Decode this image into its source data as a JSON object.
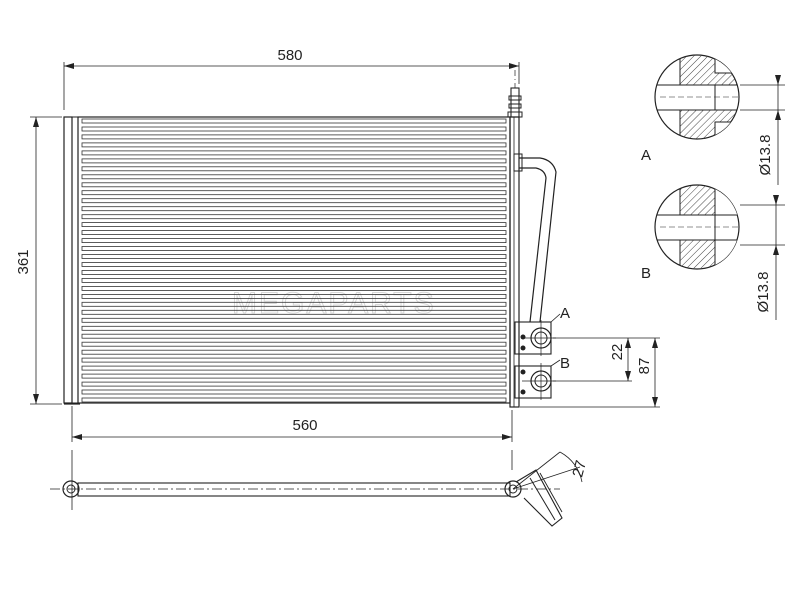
{
  "dimensions": {
    "overall_width": "580",
    "core_width": "560",
    "height": "361",
    "pipe_spacing": "22",
    "pipe_offset": "87",
    "angle": "27",
    "diameter_a": "Ø13.8",
    "diameter_b": "Ø13.8"
  },
  "labels": {
    "port_a": "A",
    "port_b": "B",
    "detail_a": "A",
    "detail_b": "B"
  },
  "watermark": "MEGAPARTS"
}
